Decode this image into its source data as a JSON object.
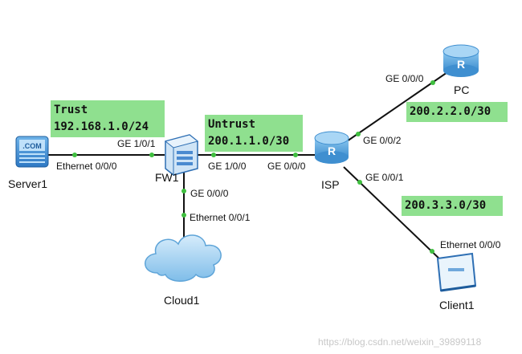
{
  "devices": {
    "server1": "Server1",
    "fw1": "FW1",
    "isp": "ISP",
    "pc": "PC",
    "cloud1": "Cloud1",
    "client1": "Client1",
    "server_screen": ".COM"
  },
  "ports": {
    "server1_eth": "Ethernet 0/0/0",
    "fw1_ge101": "GE 1/0/1",
    "fw1_ge100": "GE 1/0/0",
    "fw1_ge000": "GE 0/0/0",
    "cloud1_eth": "Ethernet 0/0/1",
    "isp_ge000": "GE 0/0/0",
    "isp_ge002": "GE 0/0/2",
    "isp_ge001": "GE 0/0/1",
    "pc_ge000": "GE 0/0/0",
    "client1_eth": "Ethernet 0/0/0"
  },
  "zones": {
    "trust_name": "Trust",
    "trust_net": "192.168.1.0/24",
    "untrust_name": "Untrust",
    "untrust_net": "200.1.1.0/30",
    "pc_net": "200.2.2.0/30",
    "client_net": "200.3.3.0/30"
  },
  "watermark": "https://blog.csdn.net/weixin_39899118",
  "colors": {
    "zone_fill": "#8fe08f",
    "link_line": "#111111",
    "port_dot": "#3fbf3f",
    "router_blue": "#5fa8dc",
    "firewall_blue": "#4a8ad0"
  }
}
